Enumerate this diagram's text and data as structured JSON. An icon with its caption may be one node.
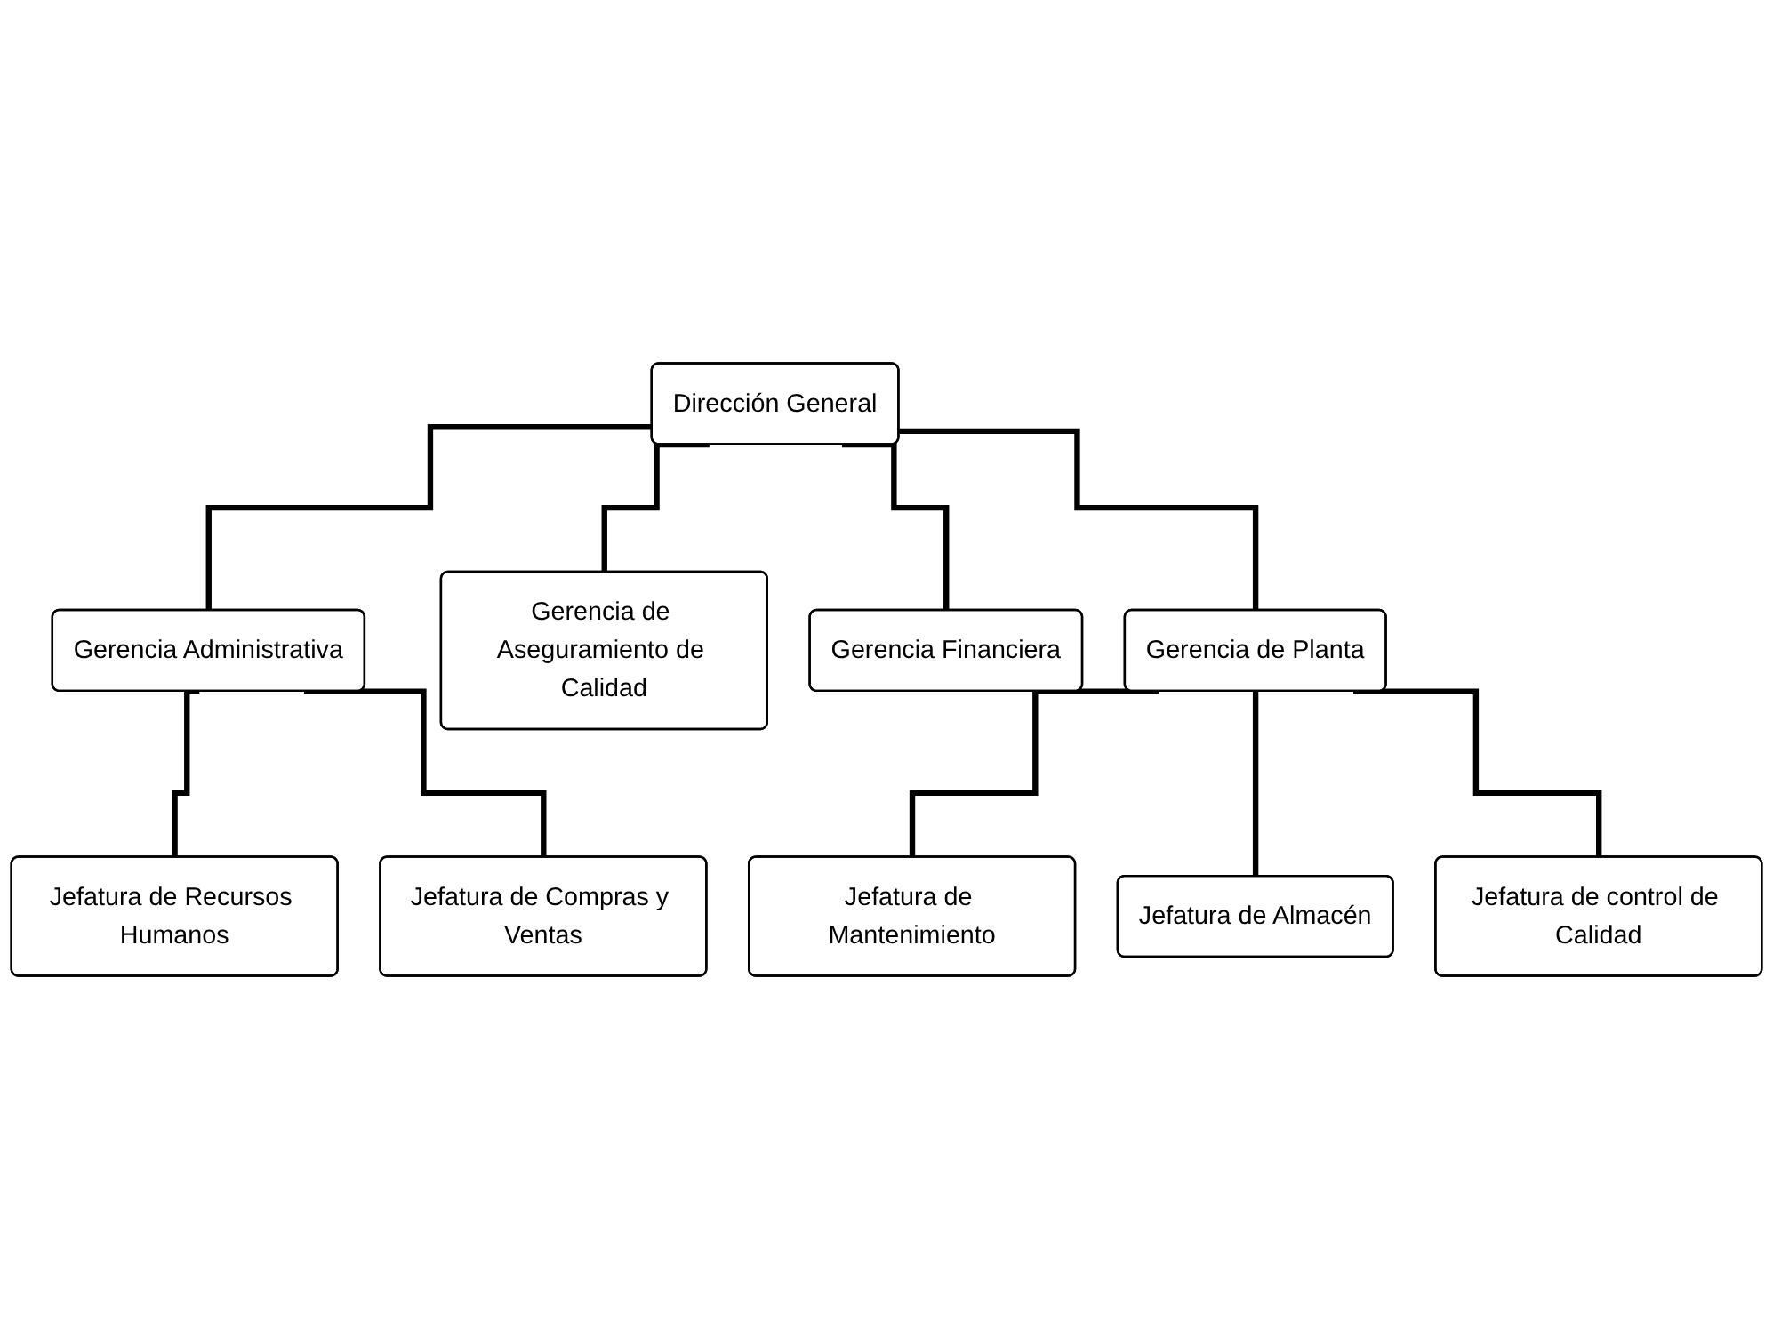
{
  "diagram": {
    "nodes": [
      {
        "text": [
          "Dirección General"
        ]
      },
      {
        "text": [
          "Gerencia Administrativa"
        ]
      },
      {
        "text": [
          "Gerencia de Aseguramiento de Calidad"
        ]
      },
      {
        "text": [
          "Gerencia Financiera"
        ]
      },
      {
        "text": [
          "Gerencia de Planta"
        ]
      },
      {
        "text": [
          "Jefatura de Recursos Humanos"
        ]
      },
      {
        "text": [
          "Jefatura de Compras y Ventas"
        ]
      },
      {
        "text": [
          "Jefatura de Mantenimiento"
        ]
      },
      {
        "text": [
          "Jefatura de Almacén"
        ]
      },
      {
        "text": [
          "Jefatura de control de Calidad"
        ]
      }
    ],
    "edges": [
      {
        "from": 0,
        "to": 1,
        "arrow": "none"
      },
      {
        "from": 0,
        "to": 2,
        "arrow": "none"
      },
      {
        "from": 0,
        "to": 3,
        "arrow": "none"
      },
      {
        "from": 0,
        "to": 4,
        "arrow": "none"
      },
      {
        "from": 1,
        "to": 5,
        "arrow": "none"
      },
      {
        "from": 1,
        "to": 6,
        "arrow": "none"
      },
      {
        "from": 4,
        "to": 7,
        "arrow": "none"
      },
      {
        "from": 4,
        "to": 8,
        "arrow": "none"
      },
      {
        "from": 4,
        "to": 9,
        "arrow": "none"
      }
    ]
  }
}
